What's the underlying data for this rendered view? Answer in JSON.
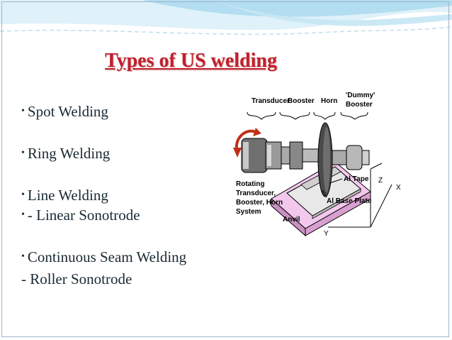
{
  "title": "Types of US welding",
  "bullets": [
    {
      "bullet": "•",
      "text": "Spot Welding"
    },
    {
      "bullet": "•",
      "text": "Ring Welding"
    },
    {
      "bullet": "•",
      "text": "Line Welding"
    },
    {
      "bullet": "•",
      "text": "- Linear Sonotrode"
    },
    {
      "bullet": "•",
      "text": "Continuous Seam Welding"
    },
    {
      "bullet": "",
      "text": " - Roller Sonotrode"
    }
  ],
  "figure": {
    "labels": {
      "transducer": "Transducer",
      "booster": "Booster",
      "horn": "Horn",
      "dummy_line1": "'Dummy'",
      "dummy_line2": "Booster",
      "rotating_line1": "Rotating",
      "rotating_line2": "Transducer,",
      "rotating_line3": "Booster, Horn",
      "rotating_line4": "System",
      "al_tape": "Al Tape",
      "al_base_plate": "Al Base Plate",
      "anvil": "Anvil",
      "axis_x": "X",
      "axis_y": "Y",
      "axis_z": "Z"
    }
  },
  "colors": {
    "title": "#c0202c",
    "text": "#1a2a33",
    "accent_wave": "#a8d8ee",
    "anvil_fill": "#e8b4e0"
  }
}
